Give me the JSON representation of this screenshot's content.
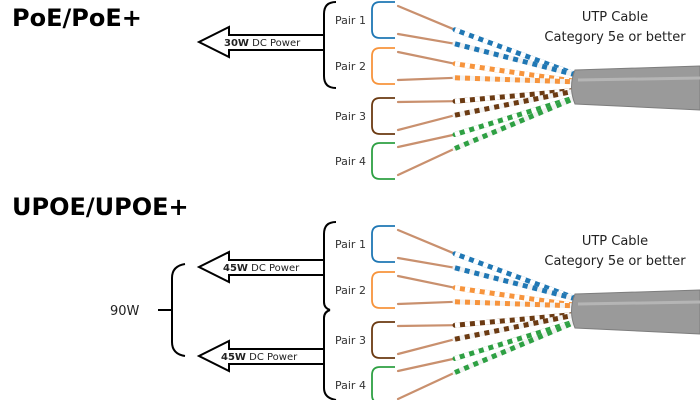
{
  "sections": [
    {
      "title": "PoE/PoE+",
      "arrows": [
        {
          "watt": "30W",
          "text": " DC Power"
        }
      ],
      "pairs": [
        "Pair 1",
        "Pair 2",
        "Pair 3",
        "Pair 4"
      ],
      "cable_label": [
        "UTP Cable",
        "Category 5e or better"
      ]
    },
    {
      "title": "UPOE/UPOE+",
      "arrows": [
        {
          "watt": "45W",
          "text": " DC Power"
        },
        {
          "watt": "45W",
          "text": " DC Power"
        }
      ],
      "total": "90W",
      "pairs": [
        "Pair 1",
        "Pair 2",
        "Pair 3",
        "Pair 4"
      ],
      "cable_label": [
        "UTP Cable",
        "Category 5e or better"
      ]
    }
  ],
  "pair_colors": [
    "#1f77b4",
    "#f7943c",
    "#6b3a12",
    "#2ea043"
  ]
}
